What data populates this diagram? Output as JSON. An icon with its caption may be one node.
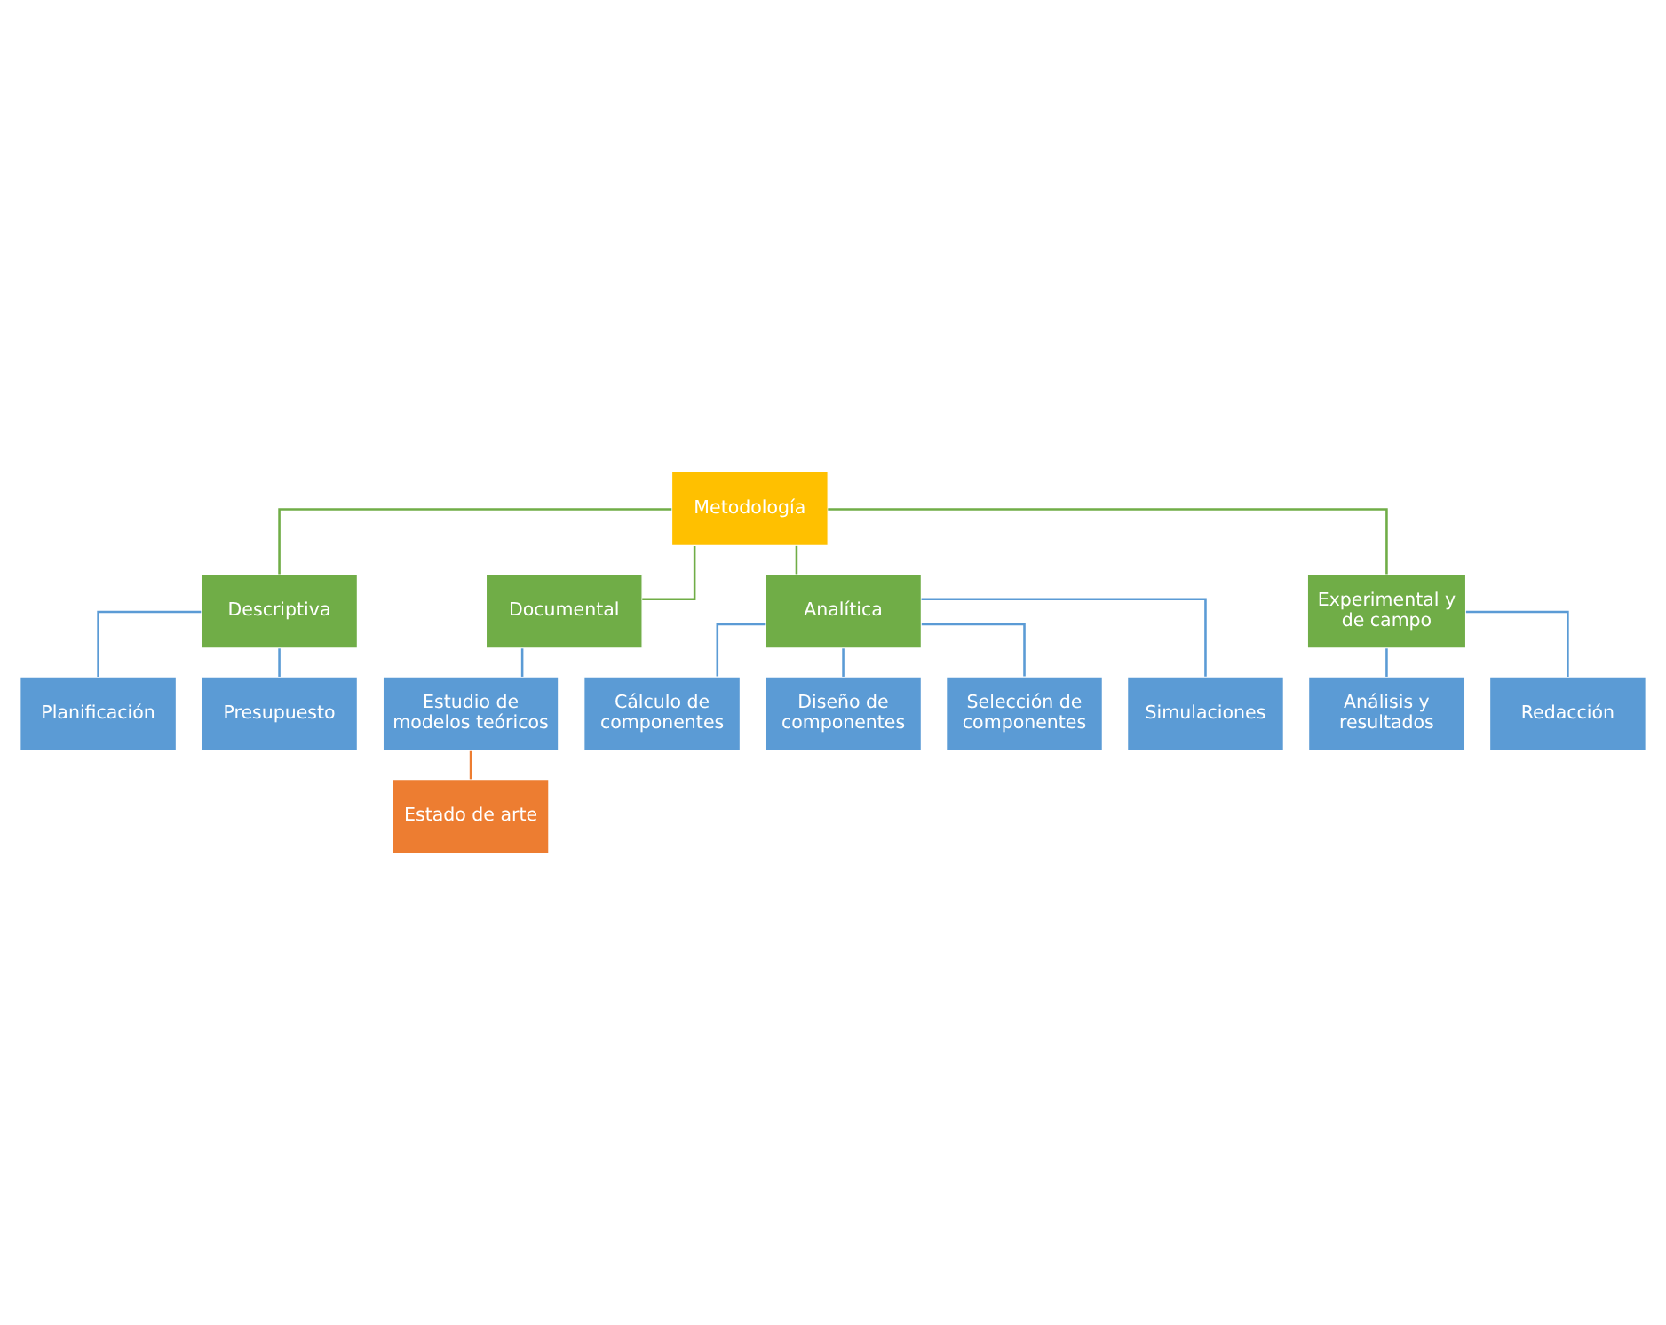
{
  "diagram": {
    "nodes": [
      {
        "text": [
          "Metodología"
        ]
      },
      {
        "text": [
          "Descriptiva"
        ]
      },
      {
        "text": [
          "Documental"
        ]
      },
      {
        "text": [
          "Analítica"
        ]
      },
      {
        "text": [
          "Experimental y de campo"
        ]
      },
      {
        "text": [
          "Planificación"
        ]
      },
      {
        "text": [
          "Presupuesto"
        ]
      },
      {
        "text": [
          "Estudio de modelos teóricos"
        ]
      },
      {
        "text": [
          "Estado de arte"
        ]
      },
      {
        "text": [
          "Cálculo de componentes"
        ]
      },
      {
        "text": [
          "Diseño de componentes"
        ]
      },
      {
        "text": [
          "Selección de componentes"
        ]
      },
      {
        "text": [
          "Simulaciones"
        ]
      },
      {
        "text": [
          "Análisis y resultados"
        ]
      },
      {
        "text": [
          "Redacción"
        ]
      }
    ],
    "edges": [
      {
        "from": 0,
        "to": 1,
        "arrow": "none",
        "color": "#70ad47"
      },
      {
        "from": 0,
        "to": 2,
        "arrow": "none",
        "color": "#70ad47"
      },
      {
        "from": 0,
        "to": 3,
        "arrow": "none",
        "color": "#70ad47"
      },
      {
        "from": 0,
        "to": 4,
        "arrow": "none",
        "color": "#70ad47"
      },
      {
        "from": 1,
        "to": 5,
        "arrow": "none"
      },
      {
        "from": 1,
        "to": 6,
        "arrow": "none"
      },
      {
        "from": 2,
        "to": 7,
        "arrow": "none"
      },
      {
        "from": 7,
        "to": 8,
        "arrow": "none",
        "color": "#ed7d31"
      },
      {
        "from": 3,
        "to": 9,
        "arrow": "none"
      },
      {
        "from": 3,
        "to": 10,
        "arrow": "none"
      },
      {
        "from": 3,
        "to": 11,
        "arrow": "none"
      },
      {
        "from": 3,
        "to": 12,
        "arrow": "none"
      },
      {
        "from": 4,
        "to": 13,
        "arrow": "none"
      },
      {
        "from": 4,
        "to": 14,
        "arrow": "none"
      }
    ]
  }
}
